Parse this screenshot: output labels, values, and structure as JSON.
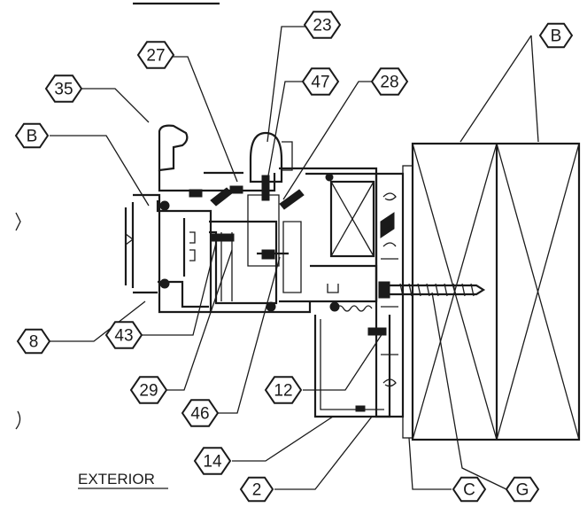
{
  "drawing": {
    "caption": "EXTERIOR",
    "callouts": [
      {
        "id": "c23",
        "label": "23",
        "shape": "hex"
      },
      {
        "id": "c27",
        "label": "27",
        "shape": "hex"
      },
      {
        "id": "c47",
        "label": "47",
        "shape": "hex"
      },
      {
        "id": "c28",
        "label": "28",
        "shape": "hex"
      },
      {
        "id": "c35",
        "label": "35",
        "shape": "hex"
      },
      {
        "id": "cB1",
        "label": "B",
        "shape": "hex"
      },
      {
        "id": "cB2",
        "label": "B",
        "shape": "hex"
      },
      {
        "id": "c8",
        "label": "8",
        "shape": "hex"
      },
      {
        "id": "c43",
        "label": "43",
        "shape": "hex"
      },
      {
        "id": "c29",
        "label": "29",
        "shape": "hex"
      },
      {
        "id": "c46",
        "label": "46",
        "shape": "hex"
      },
      {
        "id": "c12",
        "label": "12",
        "shape": "hex"
      },
      {
        "id": "c14",
        "label": "14",
        "shape": "hex"
      },
      {
        "id": "c2",
        "label": "2",
        "shape": "hex"
      },
      {
        "id": "cC",
        "label": "C",
        "shape": "hex"
      },
      {
        "id": "cG",
        "label": "G",
        "shape": "hex"
      }
    ]
  }
}
